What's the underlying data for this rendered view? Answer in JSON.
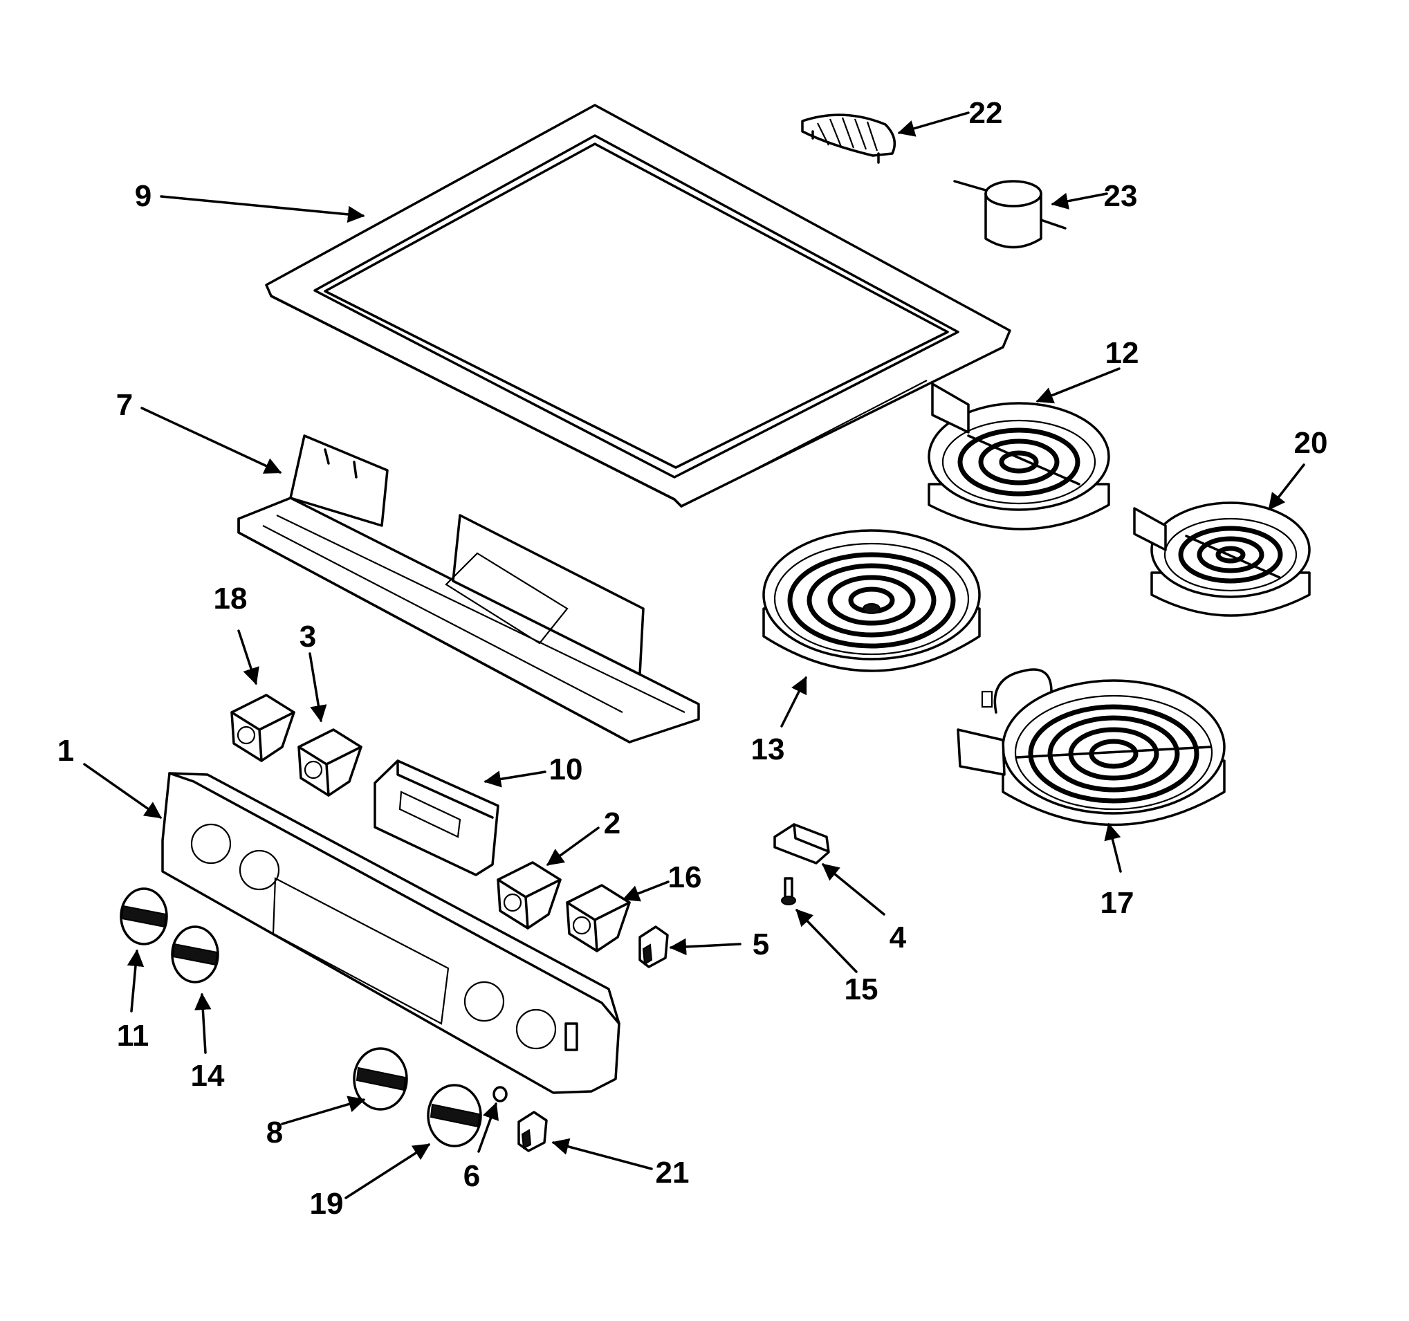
{
  "callouts": [
    {
      "id": "c1",
      "label": "1"
    },
    {
      "id": "c2",
      "label": "2"
    },
    {
      "id": "c3",
      "label": "3"
    },
    {
      "id": "c4",
      "label": "4"
    },
    {
      "id": "c5",
      "label": "5"
    },
    {
      "id": "c6",
      "label": "6"
    },
    {
      "id": "c7",
      "label": "7"
    },
    {
      "id": "c8",
      "label": "8"
    },
    {
      "id": "c9",
      "label": "9"
    },
    {
      "id": "c10",
      "label": "10"
    },
    {
      "id": "c11",
      "label": "11"
    },
    {
      "id": "c12",
      "label": "12"
    },
    {
      "id": "c13",
      "label": "13"
    },
    {
      "id": "c14",
      "label": "14"
    },
    {
      "id": "c15",
      "label": "15"
    },
    {
      "id": "c16",
      "label": "16"
    },
    {
      "id": "c17",
      "label": "17"
    },
    {
      "id": "c18",
      "label": "18"
    },
    {
      "id": "c19",
      "label": "19"
    },
    {
      "id": "c20",
      "label": "20"
    },
    {
      "id": "c21",
      "label": "21"
    },
    {
      "id": "c22",
      "label": "22"
    },
    {
      "id": "c23",
      "label": "23"
    }
  ],
  "colors": {
    "line": "#000000",
    "background": "#ffffff"
  }
}
